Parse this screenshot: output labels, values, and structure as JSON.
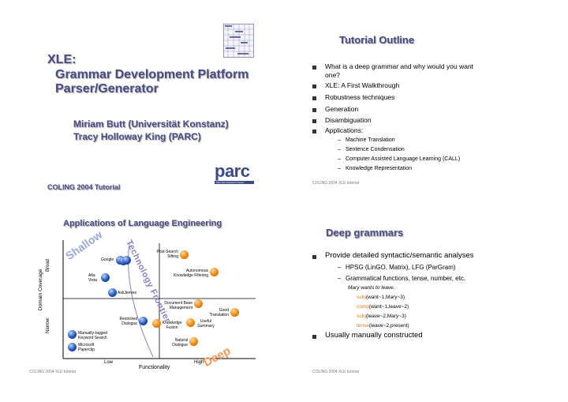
{
  "slide1": {
    "title_line1": "XLE:",
    "title_line2": "Grammar Development Platform",
    "title_line3": "Parser/Generator",
    "author1": "Miriam Butt (Universität Konstanz)",
    "author2": "Tracy Holloway King (PARC)",
    "event": "COLING 2004 Tutorial",
    "parc_logo_text": "parc",
    "parc_logo_sub": "Palo Alto Research Center"
  },
  "slide2": {
    "title": "Tutorial Outline",
    "bullets": [
      "What is a deep grammar and why would you want",
      "one?",
      "XLE: A First Walkthrough",
      "Robustness techniques",
      "Generation",
      "Disambiguation",
      "Applications:"
    ],
    "sub_bullets": [
      "Machine Translation",
      "Sentence Condensation",
      "Computer Assisted Language Learning (CALL)",
      "Knowledge Representation"
    ],
    "footer": "COLING 2004 XLE tutorial"
  },
  "slide3": {
    "title": "Applications of Language Engineering",
    "y_axis_label": "Domain Coverage",
    "y_broad": "Broad",
    "y_narrow": "Narrow",
    "x_axis_label": "Functionality",
    "x_low": "Low",
    "x_high": "High",
    "word_shallow": "Shallow",
    "word_deep": "Deep",
    "word_frontier": "Technology Frontier",
    "items": {
      "post_search": [
        "Post-Search",
        "Sifting"
      ],
      "google": "Google",
      "autonomous": [
        "Autonomous",
        "Knowledge Filtering"
      ],
      "alta_vista": [
        "Alta",
        "Vista"
      ],
      "askjeeves": "AskJeeves",
      "doc_base": [
        "Document Base",
        "Management"
      ],
      "good_translation": [
        "Good",
        "Translation"
      ],
      "restricted": [
        "Restricted",
        "Dialogue"
      ],
      "knowledge_fusion": [
        "Knowledge",
        "Fusion"
      ],
      "useful_summary": [
        "Useful",
        "Summary"
      ],
      "manually_tagged": [
        "Manually-tagged",
        "Keyword Search"
      ],
      "natural_dialogue": [
        "Natural",
        "Dialogue"
      ],
      "microsoft": [
        "Microsoft",
        "Paperclip"
      ]
    },
    "footer": "COLING 2004 XLE tutorial",
    "colors": {
      "ball_blue": "#2255bb",
      "ball_orange": "#f08a10",
      "frontier": "#8a80cc",
      "shallow": "#98a8dc",
      "deep": "#f29a55"
    }
  },
  "slide4": {
    "title": "Deep grammars",
    "bullet1": "Provide detailed syntactic/semantic analyses",
    "sub1": "HPSG (LinGO, Matrix), LFG (ParGram)",
    "sub2": "Grammatical functions, tense, number, etc.",
    "example_sentence": "Mary wants to leave.",
    "preds": [
      {
        "name": "subj",
        "args": "(want~1,Mary~3)"
      },
      {
        "name": "comp",
        "args": "(want~1,leave~2)"
      },
      {
        "name": "subj",
        "args": "(leave~2,Mary~3)"
      },
      {
        "name": "tense",
        "args": "(leave~2,present)"
      }
    ],
    "bullet2": "Usually manually constructed",
    "footer": "COLING 2004 XLE tutorial",
    "pred_color": "#e27a1e"
  }
}
